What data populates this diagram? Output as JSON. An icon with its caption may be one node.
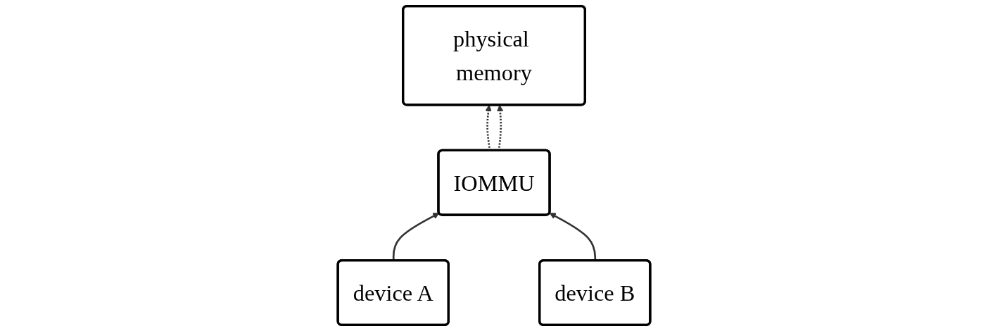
{
  "diagram": {
    "nodes": [
      {
        "text": [
          "physical memory"
        ]
      },
      {
        "text": [
          "IOMMU"
        ]
      },
      {
        "text": [
          "device A"
        ]
      },
      {
        "text": [
          "device B"
        ]
      }
    ],
    "edges": [
      {
        "from": 1,
        "to": 0,
        "arrow": "to",
        "style": "dashed"
      },
      {
        "from": 1,
        "to": 0,
        "arrow": "to",
        "style": "dashed"
      },
      {
        "from": 2,
        "to": 1,
        "arrow": "to"
      },
      {
        "from": 3,
        "to": 1,
        "arrow": "to"
      }
    ]
  }
}
